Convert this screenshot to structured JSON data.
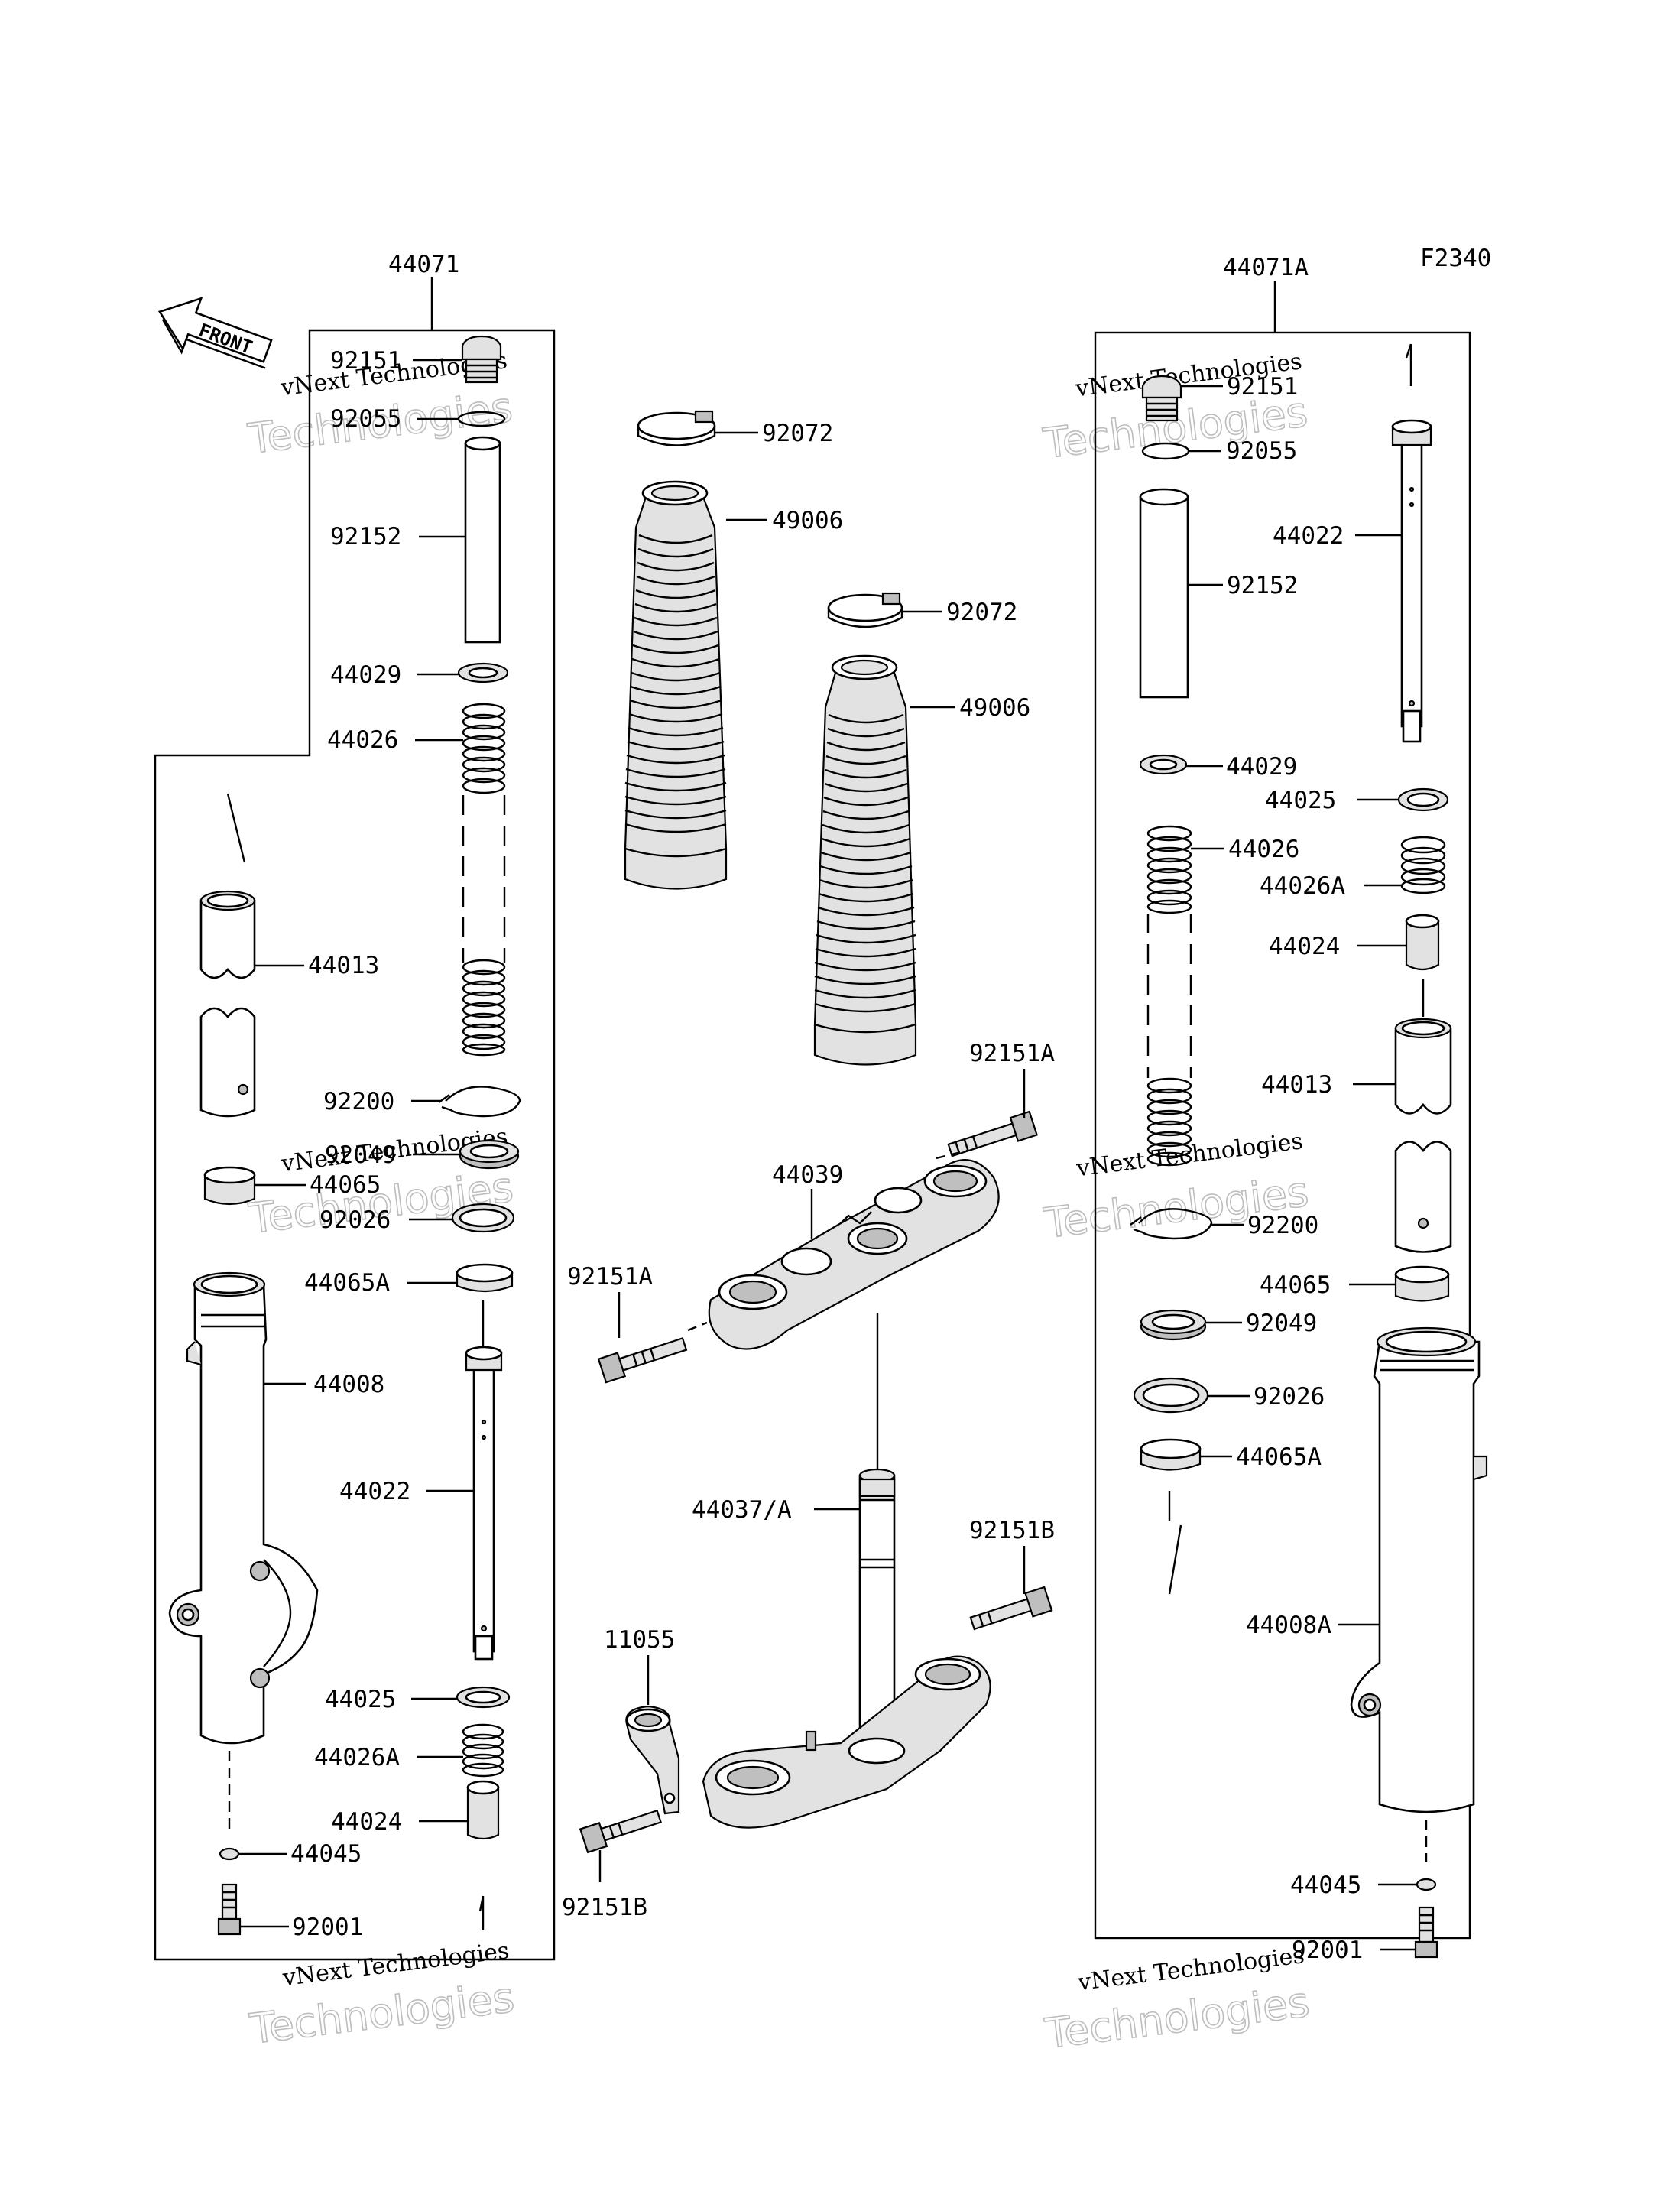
{
  "figure_code": "F2340",
  "front_label": "FRONT",
  "watermark": {
    "line1": "vNext Technologies",
    "line2": "Technologies",
    "line0": "vNext"
  },
  "left_assembly": {
    "title": "44071",
    "parts": {
      "cap_bolt": "92151",
      "oring": "92055",
      "spacer": "92152",
      "washer": "44029",
      "spring": "44026",
      "inner_tube": "44013",
      "circlip": "92200",
      "oil_seal": "92049",
      "guide_bush": "44065",
      "seal_washer": "92026",
      "guide_bush_a": "44065A",
      "outer_tube": "44008",
      "cylinder": "44022",
      "cyl_washer": "44025",
      "rebound_spring": "44026A",
      "piece": "44024",
      "gasket": "44045",
      "bottom_bolt": "92001"
    }
  },
  "right_assembly": {
    "title": "44071A",
    "parts": {
      "cap_bolt": "92151",
      "oring": "92055",
      "spacer": "92152",
      "cylinder": "44022",
      "washer": "44029",
      "cyl_washer": "44025",
      "spring": "44026",
      "rebound_spring": "44026A",
      "piece": "44024",
      "inner_tube": "44013",
      "circlip": "92200",
      "guide_bush": "44065",
      "oil_seal": "92049",
      "seal_washer": "92026",
      "guide_bush_a": "44065A",
      "outer_tube": "44008A",
      "gasket": "44045",
      "bottom_bolt": "92001"
    }
  },
  "center": {
    "boot_clamp_1": "92072",
    "boot_1": "49006",
    "boot_clamp_2": "92072",
    "boot_2": "49006",
    "upper_bolt_right": "92151A",
    "upper_bracket": "44039",
    "upper_bolt_left": "92151A",
    "stem": "44037/A",
    "lower_bolt_right": "92151B",
    "hose_guide": "11055",
    "lower_bolt_left": "92151B"
  }
}
